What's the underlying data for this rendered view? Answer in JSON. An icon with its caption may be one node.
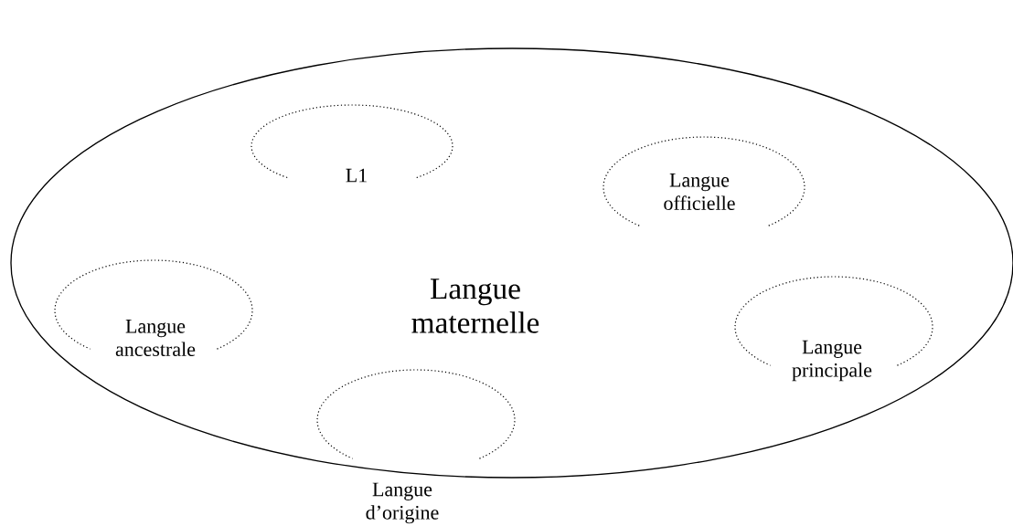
{
  "diagram": {
    "nodes": [
      {
        "text": [
          "Langue maternelle"
        ]
      },
      {
        "text": [
          "L1"
        ],
        "in": 0
      },
      {
        "text": [
          "Langue officielle"
        ],
        "in": 0
      },
      {
        "text": [
          "Langue ancestrale"
        ],
        "in": 0
      },
      {
        "text": [
          "Langue principale"
        ],
        "in": 0
      },
      {
        "text": [
          "Langue d’origine"
        ]
      }
    ]
  }
}
